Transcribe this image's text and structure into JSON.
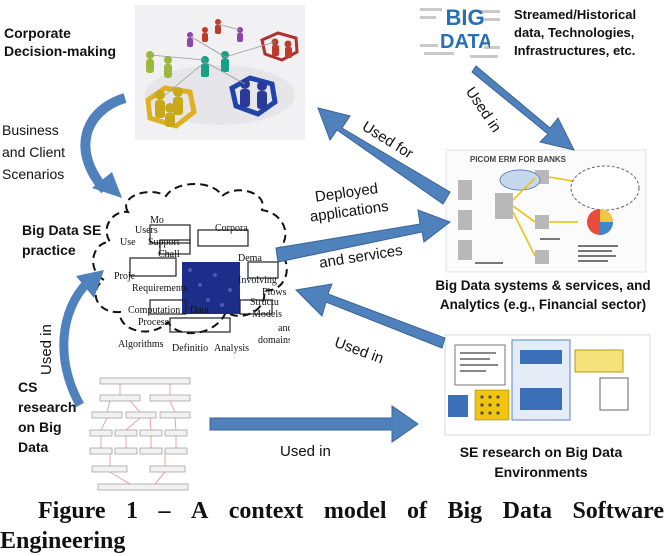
{
  "labels": {
    "corporate": [
      "Corporate",
      "Decision-making"
    ],
    "streamed": [
      "Streamed/Historical",
      "data, Technologies,",
      "Infrastructures, etc."
    ],
    "business": [
      "Business",
      "and Client",
      "Scenarios"
    ],
    "se_practice": [
      "Big Data SE",
      "practice"
    ],
    "systems": [
      "Big Data systems & services, and",
      "Analytics (e.g., Financial sector)"
    ],
    "cs_research": [
      "CS",
      "research",
      "on Big",
      "Data"
    ],
    "se_research": [
      "SE research on Big Data",
      "Environments"
    ],
    "bigdata_logo": [
      "BIG",
      "DATA"
    ],
    "picom": "PICOM ERM FOR BANKS"
  },
  "arrows": {
    "used_for": "Used for",
    "used_in_top": "Used in",
    "deployed": [
      "Deployed",
      "applications"
    ],
    "and_services": "and services",
    "used_in_mid": "Used in",
    "used_in_left": "Used in",
    "used_in_bottom": "Used in"
  },
  "cloud_words": [
    "Users",
    "Mo",
    "Corpora",
    "Use",
    "Support",
    "Chall",
    "Dema",
    "Proje",
    "Involving",
    "Computation",
    "Data",
    "Structu",
    "Requirements",
    "Models",
    "Flows",
    "Process",
    "Algorithms",
    "Definitio",
    "Analysis",
    "and",
    "domains"
  ],
  "caption": {
    "line1_words": [
      "Figure",
      "1",
      "–",
      "A",
      "context",
      "model",
      "of",
      "Big",
      "Data",
      "Software"
    ],
    "line2": "Engineering"
  },
  "colors": {
    "arrow_fill": "#4f81bd",
    "arrow_stroke": "#3a6595",
    "cloud_stroke": "#111111"
  }
}
